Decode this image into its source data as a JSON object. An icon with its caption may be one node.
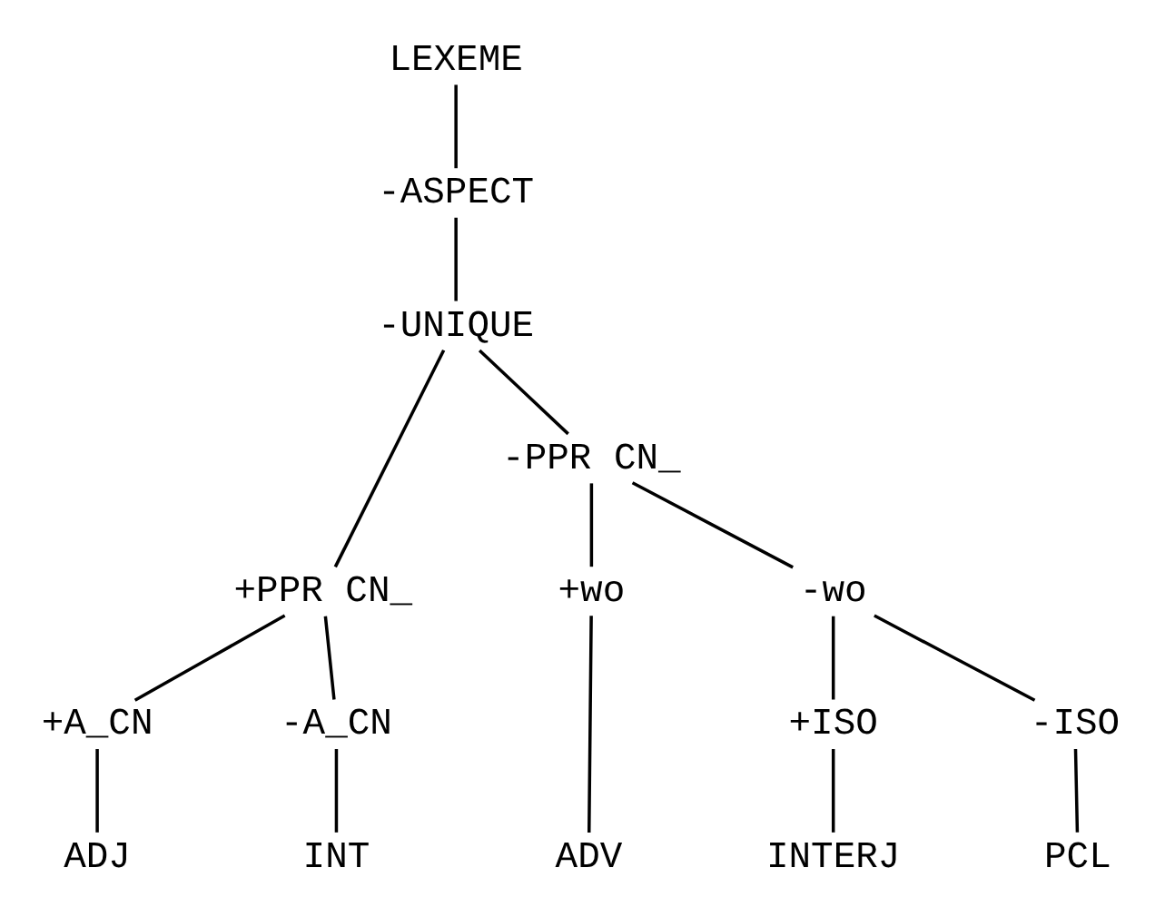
{
  "diagram": {
    "nodes": [
      {
        "text": [
          "LEXEME"
        ]
      },
      {
        "text": [
          "-ASPECT"
        ]
      },
      {
        "text": [
          "-UNIQUE"
        ]
      },
      {
        "text": [
          "+PPR CN_"
        ]
      },
      {
        "text": [
          "-PPR CN_"
        ]
      },
      {
        "text": [
          "+A_CN"
        ]
      },
      {
        "text": [
          "-A_CN"
        ]
      },
      {
        "text": [
          "+wo"
        ]
      },
      {
        "text": [
          "-wo"
        ]
      },
      {
        "text": [
          "+ISO"
        ]
      },
      {
        "text": [
          "-ISO"
        ]
      },
      {
        "text": [
          "ADJ"
        ]
      },
      {
        "text": [
          "INT"
        ]
      },
      {
        "text": [
          "ADV"
        ]
      },
      {
        "text": [
          "INTERJ"
        ]
      },
      {
        "text": [
          "PCL"
        ]
      }
    ],
    "edges": [
      {
        "from": 0,
        "to": 1,
        "arrow": "none"
      },
      {
        "from": 1,
        "to": 2,
        "arrow": "none"
      },
      {
        "from": 2,
        "to": 3,
        "arrow": "none"
      },
      {
        "from": 2,
        "to": 4,
        "arrow": "none"
      },
      {
        "from": 3,
        "to": 5,
        "arrow": "none"
      },
      {
        "from": 3,
        "to": 6,
        "arrow": "none"
      },
      {
        "from": 4,
        "to": 7,
        "arrow": "none"
      },
      {
        "from": 4,
        "to": 8,
        "arrow": "none"
      },
      {
        "from": 8,
        "to": 9,
        "arrow": "none"
      },
      {
        "from": 8,
        "to": 10,
        "arrow": "none"
      },
      {
        "from": 5,
        "to": 11,
        "arrow": "none"
      },
      {
        "from": 6,
        "to": 12,
        "arrow": "none"
      },
      {
        "from": 7,
        "to": 13,
        "arrow": "none"
      },
      {
        "from": 9,
        "to": 14,
        "arrow": "none"
      },
      {
        "from": 10,
        "to": 15,
        "arrow": "none"
      }
    ]
  }
}
